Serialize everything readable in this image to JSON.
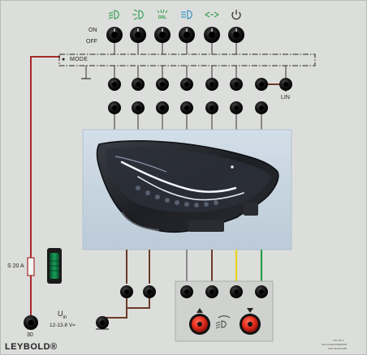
{
  "panel": {
    "switch_states": {
      "on": "ON",
      "off": "OFF"
    },
    "mode_label": "MODE",
    "lin_label": "LIN",
    "fuse_label": "S 20 A",
    "supply_label": "U",
    "supply_sub": "in",
    "supply_range": "12-13.8 V=",
    "terminal_label": "30",
    "brand": "LEYBOLD®",
    "corner_text": [
      "739 725 1",
      "LED-SCHEINWERFER",
      "LED HEADLAMP"
    ]
  },
  "switch_icons": [
    {
      "name": "low-beam-icon",
      "color": "#2a9d4a"
    },
    {
      "name": "position-light-icon",
      "color": "#2a9d4a"
    },
    {
      "name": "drl-icon",
      "color": "#2a9d4a",
      "text": "DRL"
    },
    {
      "name": "high-beam-icon",
      "color": "#2a8cc8"
    },
    {
      "name": "turn-signal-icon",
      "color": "#2a9d4a"
    },
    {
      "name": "power-icon",
      "color": "#333333"
    }
  ],
  "colors": {
    "panel": "#dcdedb",
    "wire_red": "#a52a2a",
    "wire_brown": "#6b3a2a",
    "wire_yellow": "#e8d21a",
    "wire_green": "#2a9d4a",
    "wire_grey": "#8a8a8a",
    "socket": "#111111",
    "button_red": "#e02a1a",
    "photo_bg": "#c9d7e2"
  }
}
